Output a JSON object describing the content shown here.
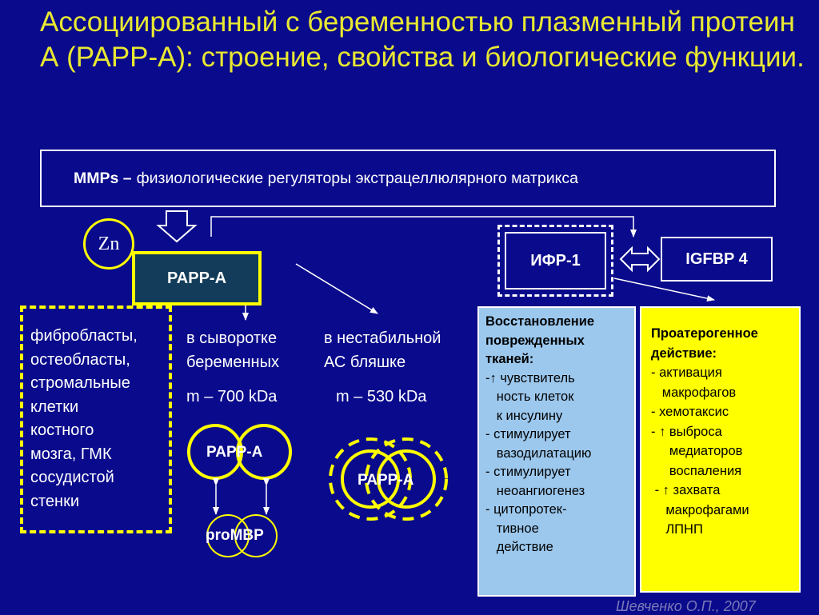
{
  "title": "Ассоциированный с беременностью плазменный протеин А (PAPP-A): строение, свойства и биологические функции.",
  "mmps": {
    "bold": "MMPs –",
    "text": "физиологические регуляторы экстрацеллюлярного матрикса"
  },
  "zn_label": "Zn",
  "pappa_label": "PAPP-A",
  "ifr_label": "ИФР-1",
  "igfbp_label": "IGFBP 4",
  "cells_lines": [
    "фибробласты,",
    "остеобласты,",
    "стромальные",
    "клетки",
    "костного",
    "мозга, ГМК",
    "сосудистой",
    "стенки"
  ],
  "serum_lines": [
    "в сыворотке",
    "беременных"
  ],
  "plaque_lines": [
    "в нестабильной",
    "АС бляшке"
  ],
  "mass_serum": "m – 700 kDa",
  "mass_plaque": "m – 530 kDa",
  "papp_serum_label": "PAPP-A",
  "papp_plaque_label": "PAPP-A",
  "prombp_label": "proMBP",
  "repair": {
    "title_lines": [
      "Восстановление",
      "поврежденных",
      "тканей:"
    ],
    "items": [
      "-↑ чувствитель",
      "   ность клеток",
      "   к инсулину",
      "- стимулирует",
      "   вазодилатацию",
      "- стимулирует",
      "   неоангиогенез",
      "- цитопротек-",
      "   тивное",
      "   действие"
    ]
  },
  "athero": {
    "title_lines": [
      "Проатерогенное",
      "действие:"
    ],
    "items": [
      "- активация",
      "   макрофагов",
      "- хемотаксис",
      "- ↑ выброса",
      "     медиаторов",
      "     воспаления",
      " - ↑ захвата",
      "    макрофагами",
      "    ЛПНП"
    ]
  },
  "author": "Шевченко О.П., 2007",
  "colors": {
    "background": "#0a0a8c",
    "title": "#e8e832",
    "accent_yellow": "#ffff00",
    "pappa_fill": "#123c5a",
    "repair_fill": "#9cc8ee"
  }
}
